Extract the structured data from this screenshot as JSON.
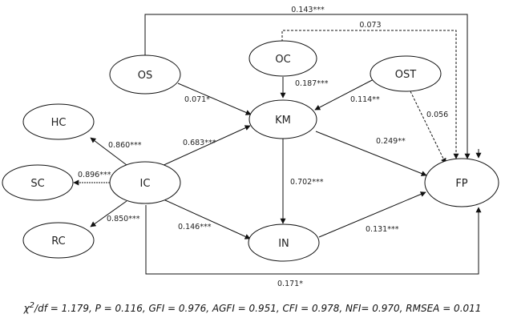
{
  "nodes": {
    "OS": "OS",
    "OC": "OC",
    "OST": "OST",
    "KM": "KM",
    "HC": "HC",
    "SC": "SC",
    "IC": "IC",
    "RC": "RC",
    "IN": "IN",
    "FP": "FP"
  },
  "paths": {
    "os_fp": "0.143***",
    "oc_fp": "0.073",
    "os_km": "0.071*",
    "oc_km": "0.187***",
    "ost_km": "0.114**",
    "ost_fp": "0.056",
    "ic_hc": "0.860***",
    "ic_km": "0.683***",
    "km_fp": "0.249**",
    "ic_sc": "0.896***",
    "km_in": "0.702***",
    "ic_rc": "0.850***",
    "ic_in": "0.146***",
    "in_fp": "0.131***",
    "ic_fp": "0.171*"
  },
  "fit": {
    "chi": "χ",
    "sup": "2",
    "rest": "/df = 1.179, P = 0.116, GFI = 0.976, AGFI = 0.951, CFI = 0.978, NFI= 0.970, RMSEA = 0.011"
  }
}
